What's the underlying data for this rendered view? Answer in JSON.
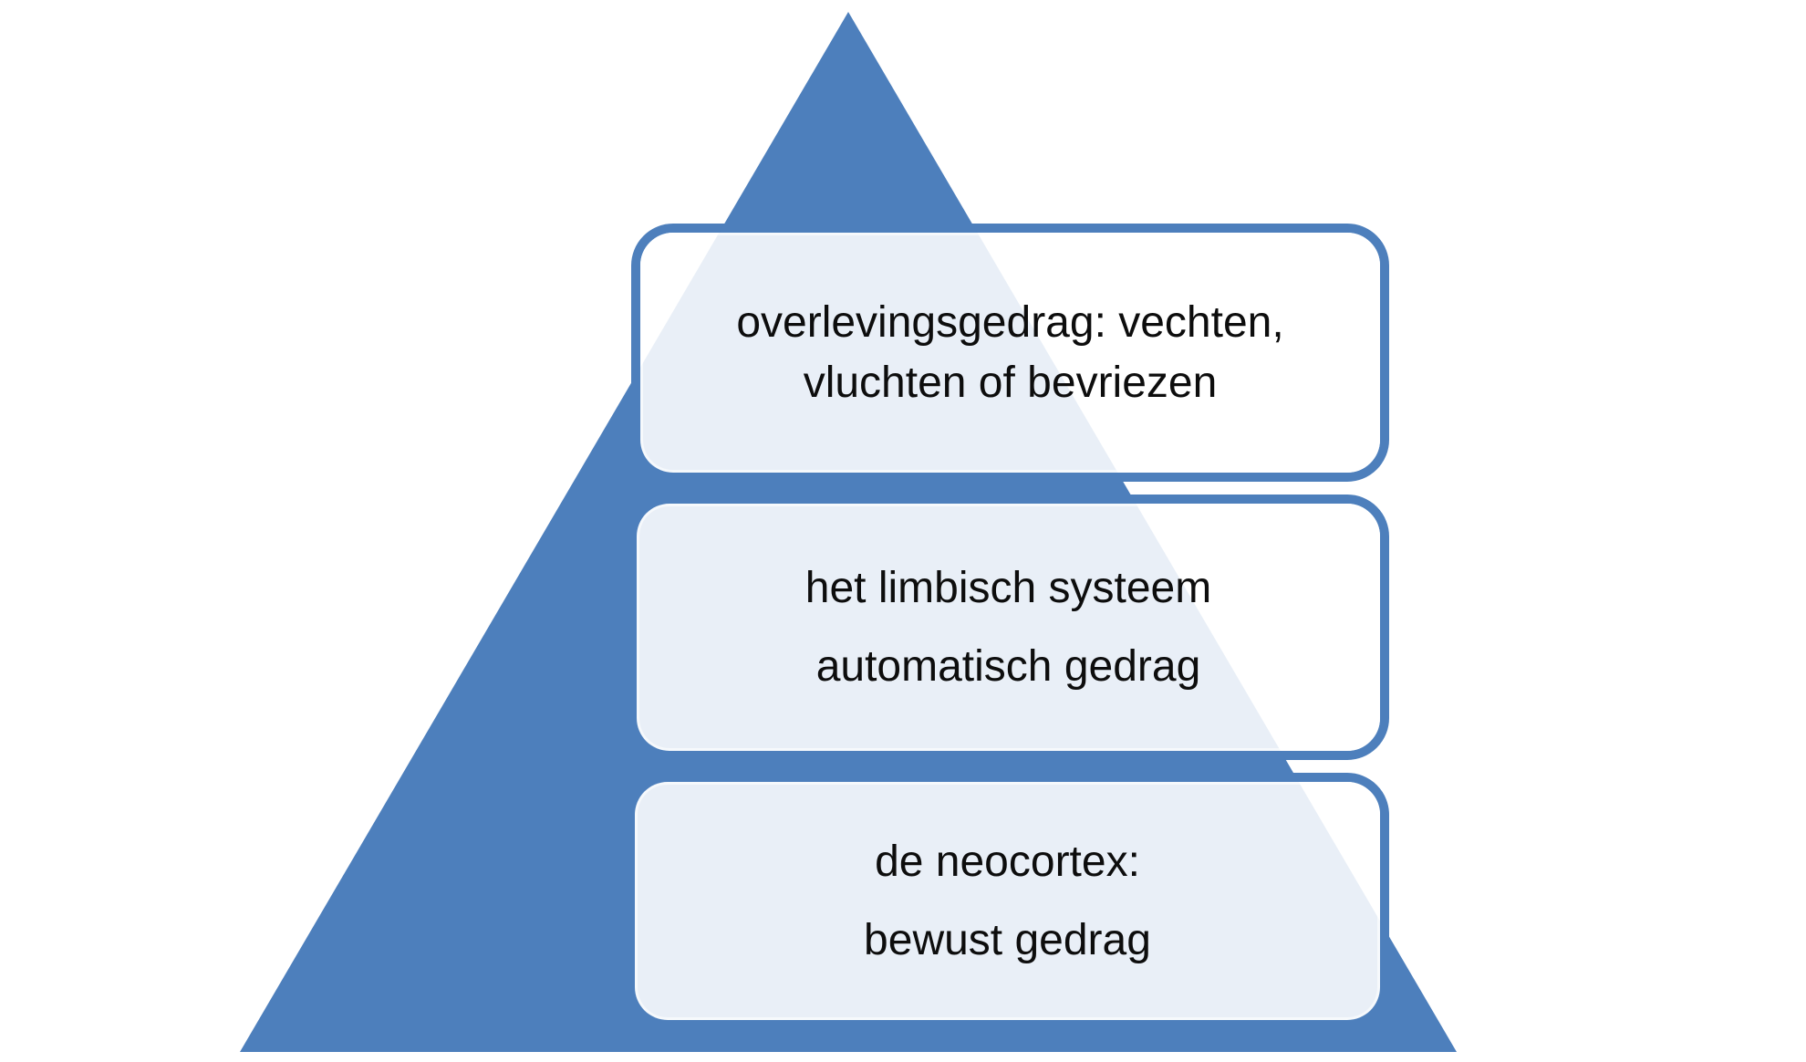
{
  "diagram": {
    "type": "pyramid-list",
    "background_color": "#ffffff",
    "pyramid_color": "#4d7fbc",
    "box_border_color": "#4d7fbc",
    "box_fill_tint_over_pyramid": "#e9eef5",
    "text_color": "#0d0d0d",
    "levels": [
      {
        "position": "top",
        "lines": [
          "overlevingsgedrag: vechten,",
          "vluchten of bevriezen"
        ]
      },
      {
        "position": "middle",
        "lines": [
          "het limbisch systeem",
          "automatisch gedrag"
        ]
      },
      {
        "position": "bottom",
        "lines": [
          "de neocortex:",
          "bewust gedrag"
        ]
      }
    ]
  }
}
